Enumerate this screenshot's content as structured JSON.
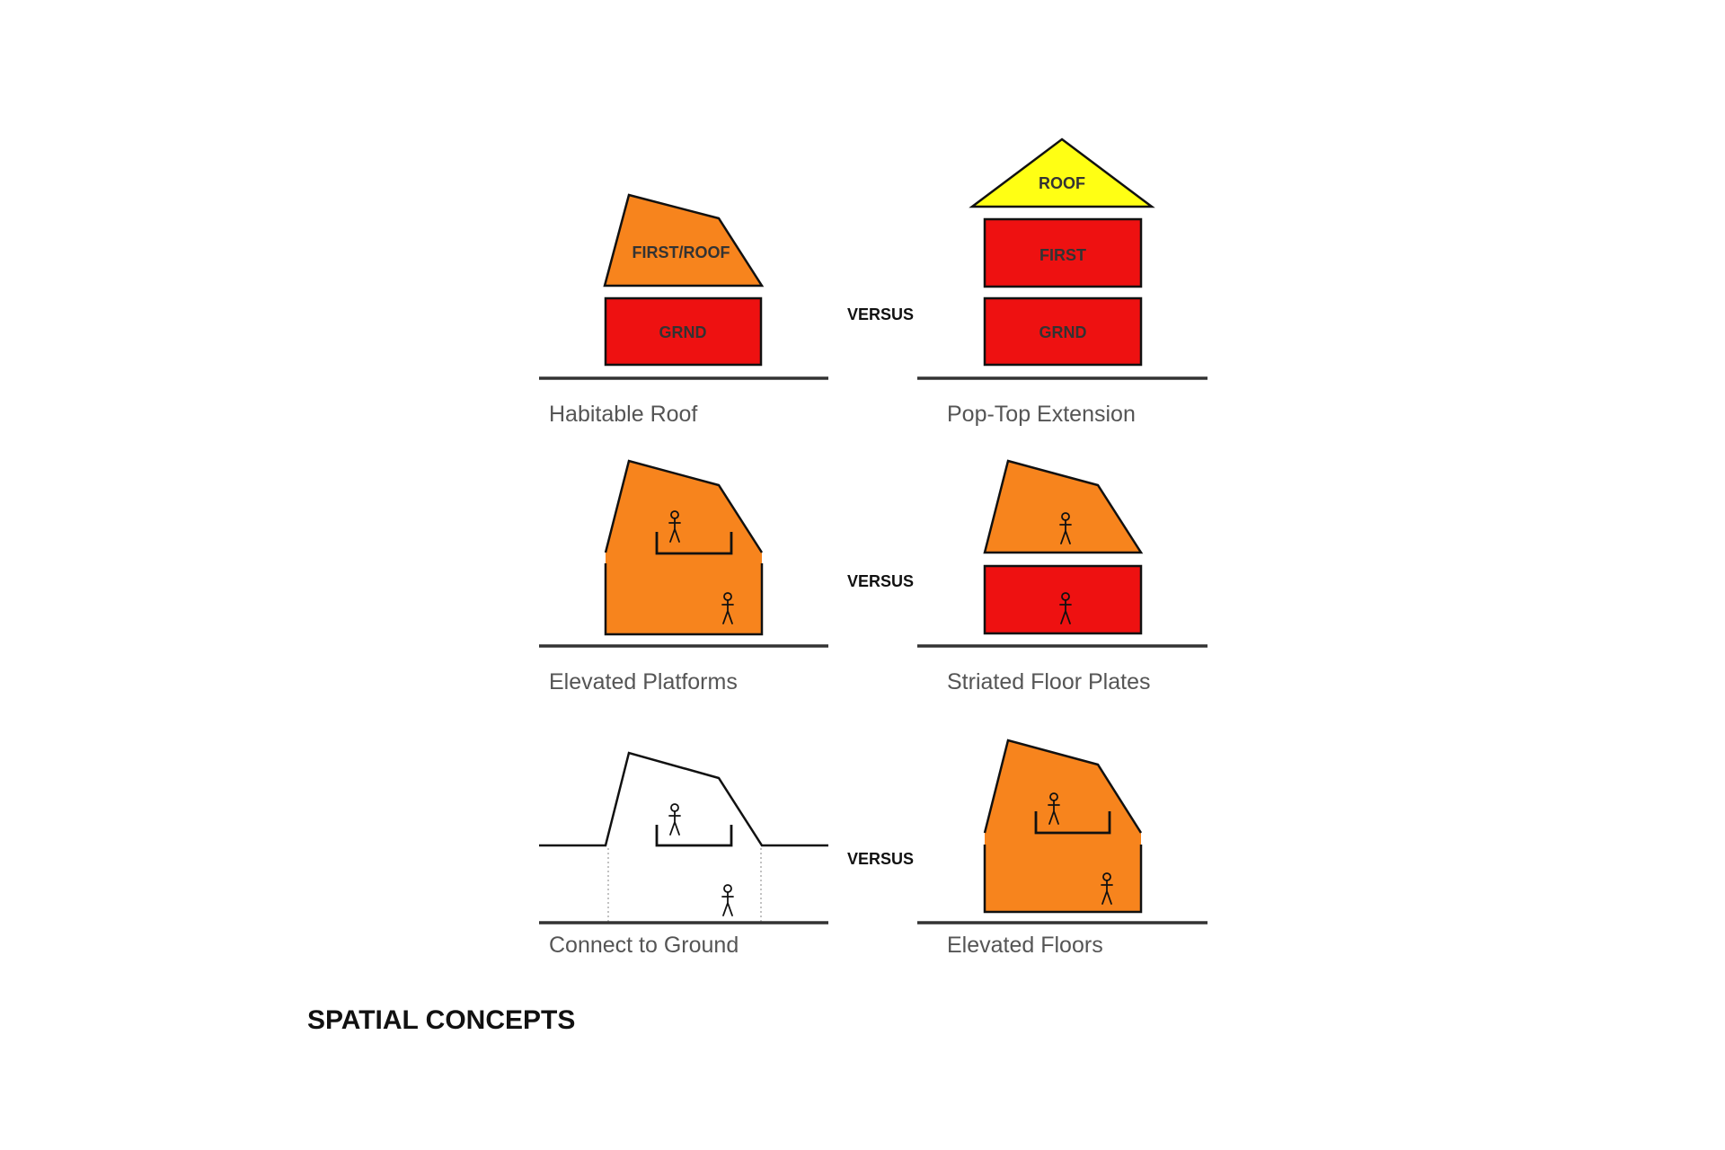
{
  "title": "SPATIAL CONCEPTS",
  "colors": {
    "orange": "#f7841d",
    "red": "#ee1111",
    "yellow": "#ffff14",
    "ground": "#333333",
    "outline": "#111111"
  },
  "rows": [
    {
      "versus": "VERSUS",
      "left": {
        "caption": "Habitable Roof",
        "labels": {
          "upper": "FIRST/ROOF",
          "lower": "GRND"
        }
      },
      "right": {
        "caption": "Pop-Top Extension",
        "labels": {
          "roof": "ROOF",
          "upper": "FIRST",
          "lower": "GRND"
        }
      }
    },
    {
      "versus": "VERSUS",
      "left": {
        "caption": "Elevated Platforms"
      },
      "right": {
        "caption": "Striated Floor Plates"
      }
    },
    {
      "versus": "VERSUS",
      "left": {
        "caption": "Connect to Ground"
      },
      "right": {
        "caption": "Elevated Floors"
      }
    }
  ]
}
